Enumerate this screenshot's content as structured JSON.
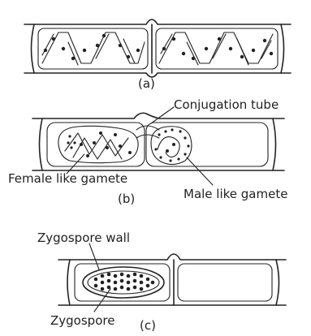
{
  "panels": {
    "a": {
      "caption": "(a)"
    },
    "b": {
      "caption": "(b)",
      "labels": {
        "conjugation_tube": "Conjugation tube",
        "female_gamete": "Female like gamete",
        "male_gamete": "Male like gamete"
      }
    },
    "c": {
      "caption": "(c)",
      "labels": {
        "zygospore_wall": "Zygospore wall",
        "zygospore": "Zygospore"
      }
    }
  },
  "colors": {
    "ink": "#222222",
    "background": "#ffffff"
  }
}
